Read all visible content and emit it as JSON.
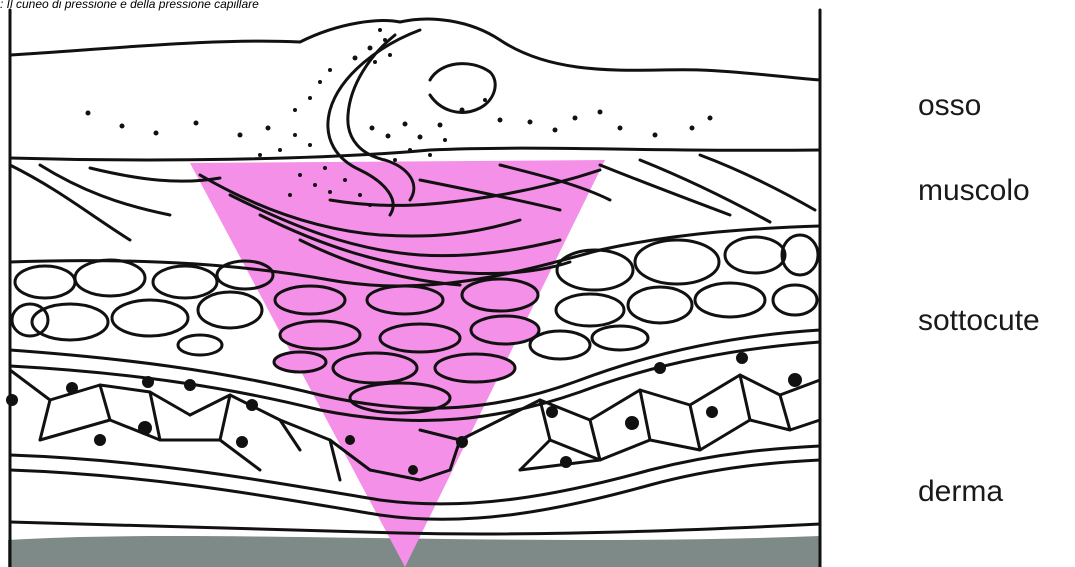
{
  "caption": ": Il cuneo di pressione e della pressione capillare",
  "labels": {
    "osso": "osso",
    "muscolo": "muscolo",
    "sottocute": "sottocute",
    "derma": "derma"
  },
  "colors": {
    "pressure_wedge": "#f590e8",
    "base_band": "#7d8a87",
    "ink": "#111111"
  }
}
